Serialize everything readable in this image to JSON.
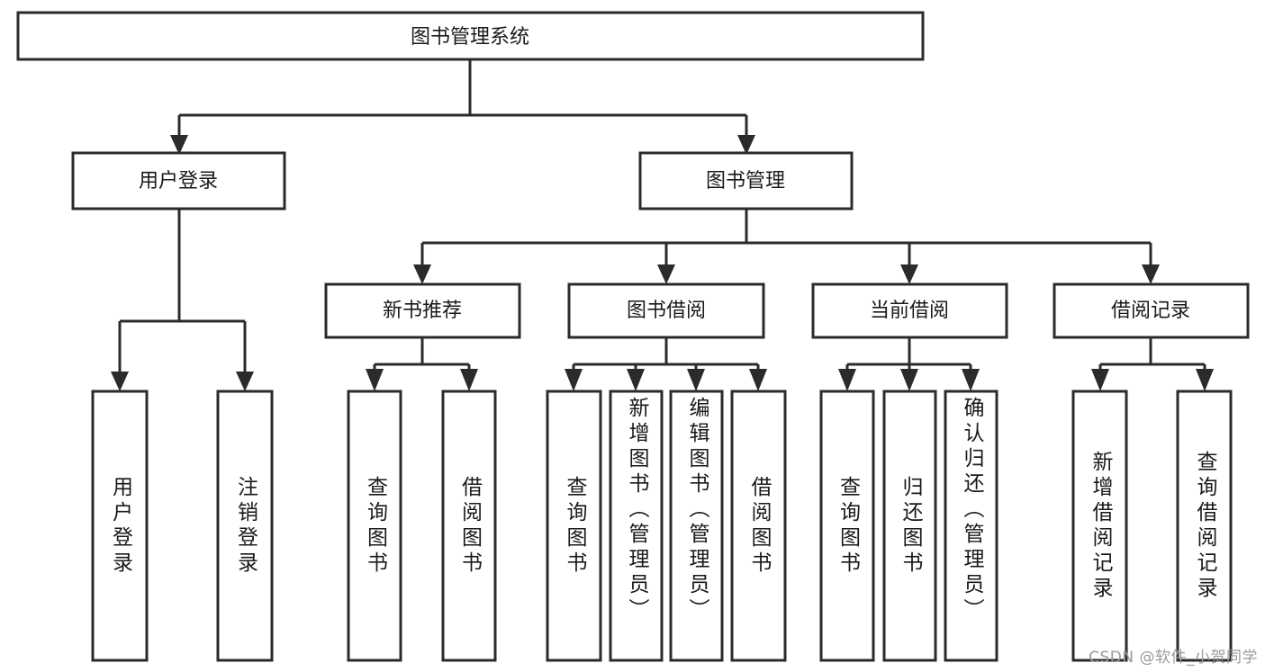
{
  "diagram": {
    "type": "tree-hierarchy",
    "title": "图书管理系统",
    "orientation": "top-down",
    "box_fill": "#ffffff",
    "box_stroke": "#2b2b2b",
    "text_color": "#1a1a1a",
    "background": "#ffffff"
  },
  "root": {
    "label": "图书管理系统"
  },
  "level2": [
    {
      "label": "用户登录"
    },
    {
      "label": "图书管理"
    }
  ],
  "level3": [
    {
      "label": "新书推荐"
    },
    {
      "label": "图书借阅"
    },
    {
      "label": "当前借阅"
    },
    {
      "label": "借阅记录"
    }
  ],
  "leaves": {
    "user_login": [
      {
        "label": "用户登录"
      },
      {
        "label": "注销登录"
      }
    ],
    "new_book_recommend": [
      {
        "label": "查询图书"
      },
      {
        "label": "借阅图书"
      }
    ],
    "book_borrow": [
      {
        "label": "查询图书"
      },
      {
        "label": "新增图书（管理员）"
      },
      {
        "label": "编辑图书（管理员）"
      },
      {
        "label": "借阅图书"
      }
    ],
    "current_borrow": [
      {
        "label": "查询图书"
      },
      {
        "label": "归还图书"
      },
      {
        "label": "确认归还（管理员）"
      }
    ],
    "borrow_record": [
      {
        "label": "新增借阅记录"
      },
      {
        "label": "查询借阅记录"
      }
    ]
  },
  "watermark": {
    "text": "CSDN @软件_小贺同学"
  }
}
